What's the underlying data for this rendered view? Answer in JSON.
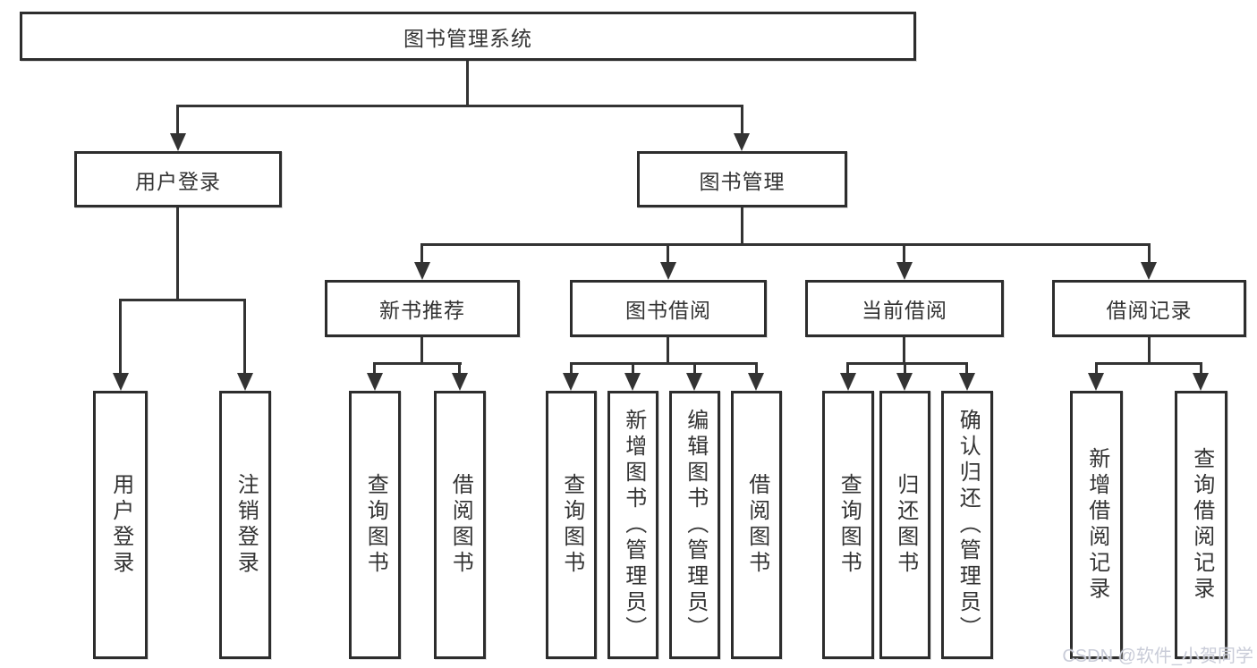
{
  "diagram": {
    "title": {
      "label": "图书管理系统"
    },
    "level2": [
      {
        "label": "用户登录"
      },
      {
        "label": "图书管理"
      }
    ],
    "level3": [
      {
        "label": "新书推荐"
      },
      {
        "label": "图书借阅"
      },
      {
        "label": "当前借阅"
      },
      {
        "label": "借阅记录"
      }
    ],
    "leaves": [
      {
        "label": "用户登录"
      },
      {
        "label": "注销登录"
      },
      {
        "label": "查询图书"
      },
      {
        "label": "借阅图书"
      },
      {
        "label": "查询图书"
      },
      {
        "label": "新增图书（管理员）"
      },
      {
        "label": "编辑图书（管理员）"
      },
      {
        "label": "借阅图书"
      },
      {
        "label": "查询图书"
      },
      {
        "label": "归还图书"
      },
      {
        "label": "确认归还（管理员）"
      },
      {
        "label": "新增借阅记录"
      },
      {
        "label": "查询借阅记录"
      }
    ],
    "watermark": "CSDN @软件_小贺同学",
    "colors": {
      "line": "#333333",
      "border": "#2d2d2d",
      "text": "#333333",
      "watermark": "#c9ccd8",
      "background": "#ffffff"
    }
  }
}
